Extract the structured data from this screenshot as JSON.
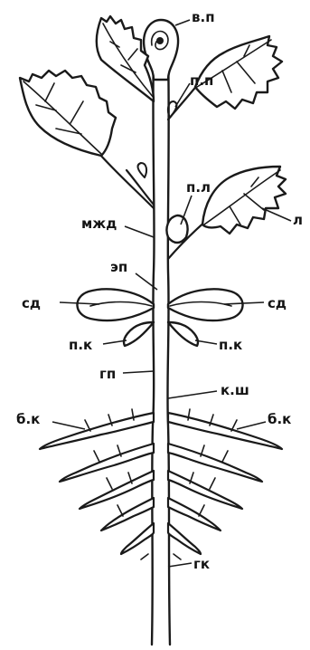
{
  "labels": {
    "vp": "в.п",
    "pp": "п.п",
    "pl": "п.л",
    "l": "л",
    "mzhd": "мжд",
    "ep": "эп",
    "sd_left": "сд",
    "sd_right": "сд",
    "pk_left": "п.к",
    "pk_right": "п.к",
    "gp": "гп",
    "ksh": "к.ш",
    "bk_left": "б.к",
    "bk_right": "б.к",
    "gk": "гк"
  }
}
